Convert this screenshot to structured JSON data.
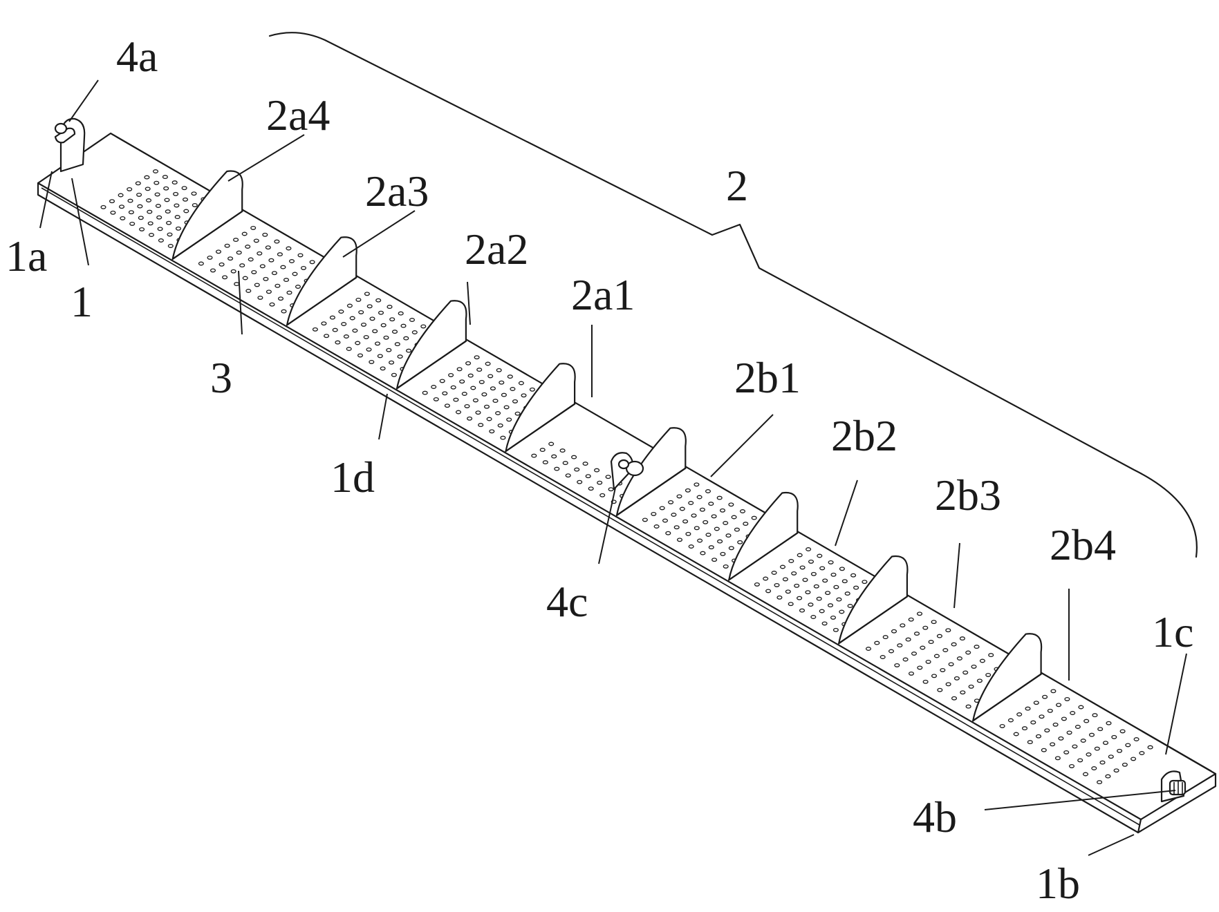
{
  "labels": {
    "l_4a": "4a",
    "l_1a": "1a",
    "l_1": "1",
    "l_2a4": "2a4",
    "l_2a3": "2a3",
    "l_2a2": "2a2",
    "l_2a1": "2a1",
    "l_2": "2",
    "l_3": "3",
    "l_1d": "1d",
    "l_2b1": "2b1",
    "l_2b2": "2b2",
    "l_2b3": "2b3",
    "l_2b4": "2b4",
    "l_4c": "4c",
    "l_1c": "1c",
    "l_4b": "4b",
    "l_1b": "1b"
  }
}
